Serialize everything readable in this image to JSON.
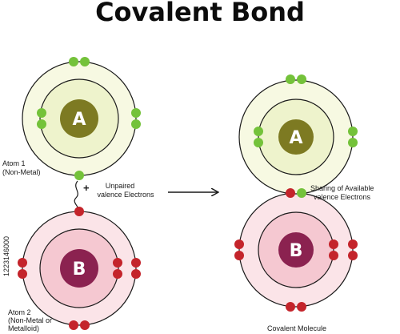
{
  "title": "Covalent Bond",
  "labels": {
    "atom1_line1": "Atom 1",
    "atom1_line2": "(Non-Metal)",
    "unpaired_line1": "Unpaired",
    "unpaired_line2": "valence Electrons",
    "plus": "+",
    "sharing_line1": "Sharing of Available",
    "sharing_line2": "valence Electrons",
    "atom2_line1": "Atom 2",
    "atom2_line2": "(Non-Metal or",
    "atom2_line3": "Metalloid)",
    "molecule": "Covalent Molecule",
    "side_id": "1223146000"
  },
  "atoms": {
    "a_symbol": "A",
    "b_symbol": "B"
  },
  "colors": {
    "atom_a_fill": "#f7f9e2",
    "atom_a_inner": "#eef3cc",
    "atom_a_nucleus": "#7d7a22",
    "atom_b_fill": "#fbe4e8",
    "atom_b_inner": "#f5c8d1",
    "atom_b_nucleus": "#8b2250",
    "electron_green": "#74c23a",
    "electron_red": "#c4242b",
    "orbit": "#1a1a1a"
  }
}
